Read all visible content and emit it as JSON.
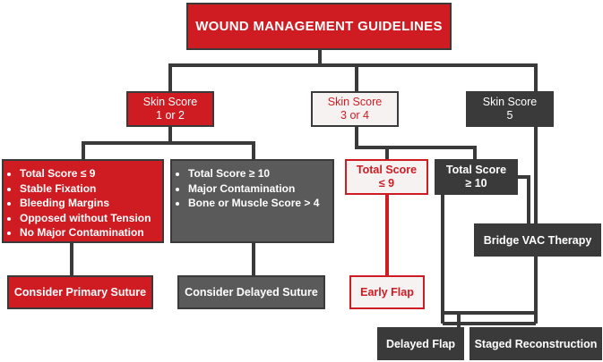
{
  "title": "WOUND MANAGEMENT GUIDELINES",
  "skin": [
    {
      "line1": "Skin Score",
      "line2": "1 or 2"
    },
    {
      "line1": "Skin Score",
      "line2": "3 or 4"
    },
    {
      "line1": "Skin Score",
      "line2": "5"
    }
  ],
  "criteria_primary": [
    "Total Score  ≤ 9",
    "Stable Fixation",
    "Bleeding Margins",
    "Opposed without Tension",
    "No Major Contamination"
  ],
  "criteria_delayed": [
    "Total Score ≥ 10",
    "Major Contamination",
    "Bone or Muscle Score > 4"
  ],
  "mid_low": {
    "line1": "Total Score",
    "line2": "≤ 9"
  },
  "mid_high": {
    "line1": "Total Score",
    "line2": "≥ 10"
  },
  "outcomes": {
    "primary_suture": "Consider Primary Suture",
    "delayed_suture": "Consider Delayed Suture",
    "early_flap": "Early Flap",
    "bridge_vac": "Bridge VAC Therapy",
    "delayed_flap": "Delayed Flap",
    "staged_reconstruction": "Staged Reconstruction"
  },
  "colors": {
    "red": "#cf1c23",
    "dark": "#3a3a3a",
    "gray": "#5a5a5a",
    "light": "#f6f2f2"
  }
}
